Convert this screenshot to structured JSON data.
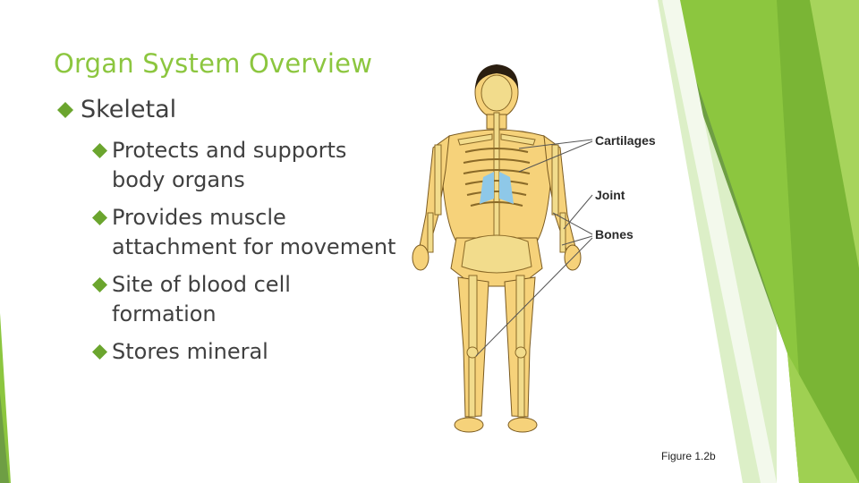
{
  "slide": {
    "title": "Organ System Overview",
    "bullet": "Skeletal",
    "sub_bullets": [
      {
        "line1": "Protects and supports",
        "line2": "body organs"
      },
      {
        "line1": "Provides muscle",
        "line2": "attachment for movement"
      },
      {
        "line1": "Site of blood cell",
        "line2": "formation"
      },
      {
        "line1": "Stores mineral",
        "line2": ""
      }
    ],
    "figure_labels": {
      "cartilages": "Cartilages",
      "joint": "Joint",
      "bones": "Bones"
    },
    "caption": "Figure 1.2b"
  },
  "colors": {
    "title": "#8cc63f",
    "bullet_marker": "#8cc63f",
    "text": "#404040",
    "accent_dark": "#5a8f30",
    "accent_mid": "#78b338",
    "accent_light": "#96c84a",
    "bone": "#f2dc8c",
    "skin": "#f6d27a",
    "cartilage": "#8ec8e8"
  },
  "icons": {
    "bullet": "green-diamond-bullet-icon"
  }
}
